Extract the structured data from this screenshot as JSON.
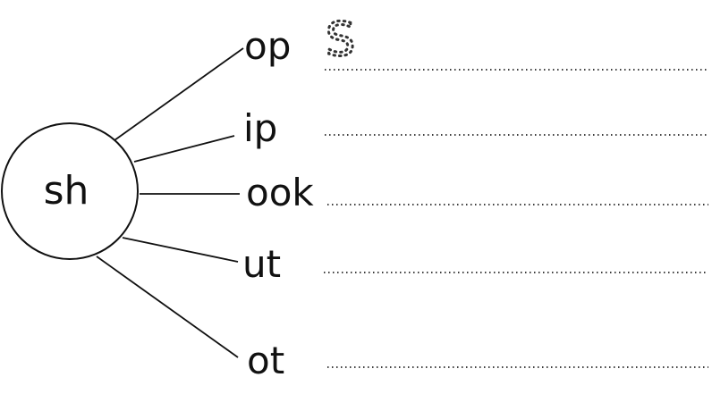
{
  "worksheet": {
    "hub_label": "sh",
    "traced_letter": "S",
    "endings": [
      {
        "text": "op"
      },
      {
        "text": "ip"
      },
      {
        "text": "ook"
      },
      {
        "text": "ut"
      },
      {
        "text": "ot"
      }
    ]
  }
}
